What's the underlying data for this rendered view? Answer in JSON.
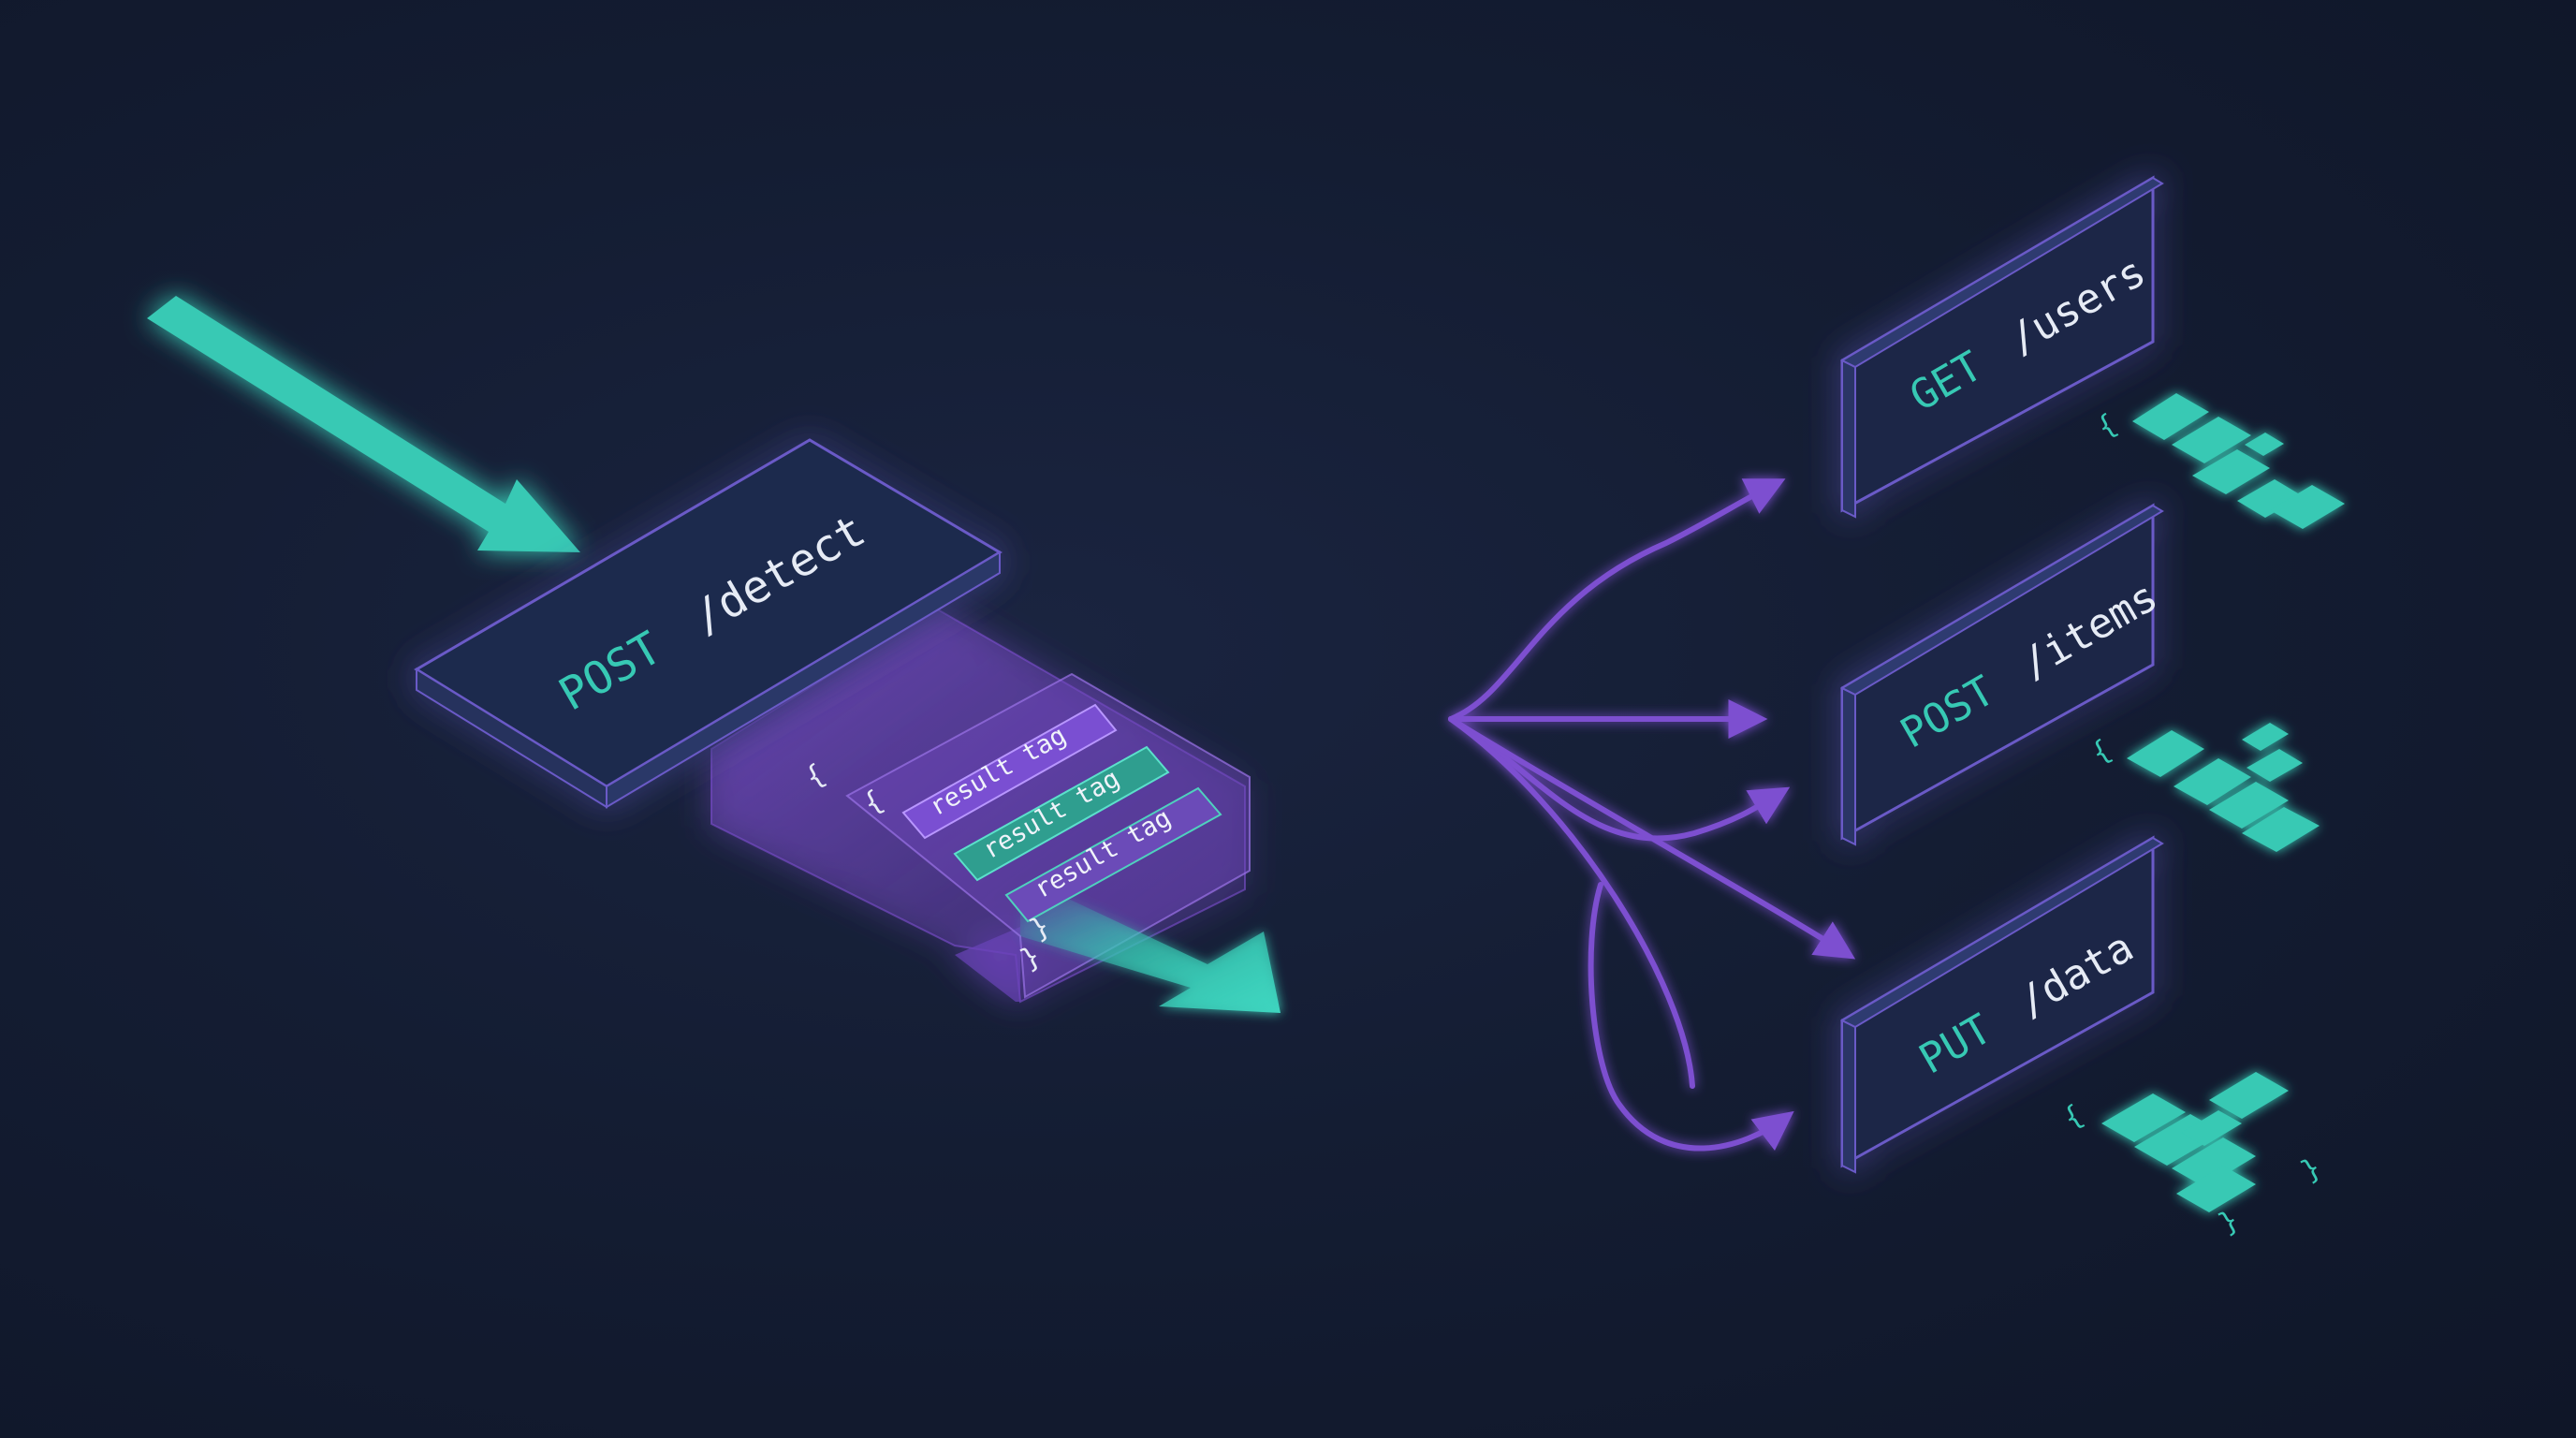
{
  "source": {
    "method": "POST",
    "path": "/detect"
  },
  "result": {
    "open_braces": [
      "{",
      "{"
    ],
    "tags": [
      "result tag",
      "result tag",
      "result tag"
    ],
    "close_braces": [
      "}",
      "}"
    ]
  },
  "endpoints": [
    {
      "method": "GET",
      "path": "/users",
      "braces": [
        "{"
      ]
    },
    {
      "method": "POST",
      "path": "/items",
      "braces": [
        "{"
      ]
    },
    {
      "method": "PUT",
      "path": "/data",
      "braces": [
        "{",
        "}",
        "}"
      ]
    }
  ],
  "colors": {
    "background": "#141d33",
    "teal": "#37c9b4",
    "purple": "#7d4fd0",
    "card": "#1b2547"
  }
}
